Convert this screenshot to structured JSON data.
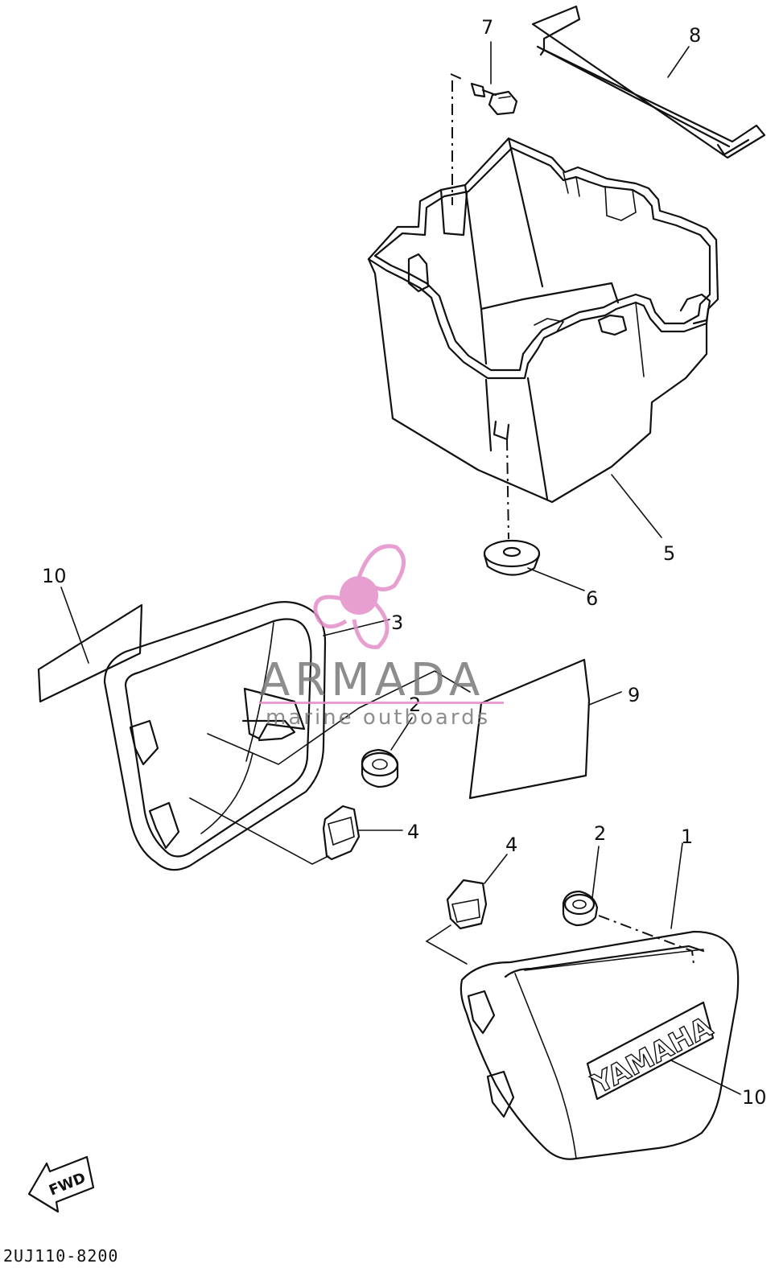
{
  "diagram": {
    "drawing_code": "2UJ110-8200",
    "fwd_label": "FWD",
    "emblem_text": "YAMAHA",
    "colors": {
      "line": "#111111",
      "watermark_pink": "#e38ec8",
      "watermark_gray": "#6b6b6b"
    }
  },
  "callouts": [
    {
      "id": "c1",
      "label": "1"
    },
    {
      "id": "c2a",
      "label": "2"
    },
    {
      "id": "c2b",
      "label": "2"
    },
    {
      "id": "c3",
      "label": "3"
    },
    {
      "id": "c4a",
      "label": "4"
    },
    {
      "id": "c4b",
      "label": "4"
    },
    {
      "id": "c5",
      "label": "5"
    },
    {
      "id": "c6",
      "label": "6"
    },
    {
      "id": "c7",
      "label": "7"
    },
    {
      "id": "c8",
      "label": "8"
    },
    {
      "id": "c9",
      "label": "9"
    },
    {
      "id": "c10a",
      "label": "10"
    },
    {
      "id": "c10b",
      "label": "10"
    }
  ],
  "watermark": {
    "title": "ARMADA",
    "subtitle": "marine outboards",
    "icon": "propeller-icon"
  }
}
